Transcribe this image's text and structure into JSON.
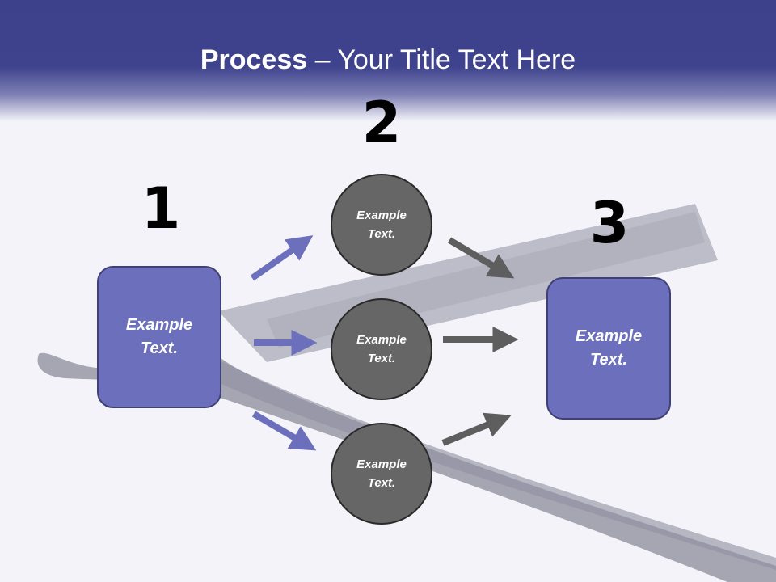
{
  "slide": {
    "title_bold": "Process",
    "title_rest": " – Your Title Text Here",
    "steps": {
      "one": "1",
      "two": "2",
      "three": "3"
    },
    "left_box": "Example Text.",
    "right_box": "Example Text.",
    "circles": [
      {
        "label": "Example Text."
      },
      {
        "label": "Example Text."
      },
      {
        "label": "Example Text."
      }
    ]
  },
  "colors": {
    "header": "#3d418c",
    "box_fill": "#6b6fbc",
    "box_border": "#3f4175",
    "circle_fill": "#666666",
    "arrow_blue": "#6b6fbc",
    "arrow_gray": "#5e5e5e"
  }
}
